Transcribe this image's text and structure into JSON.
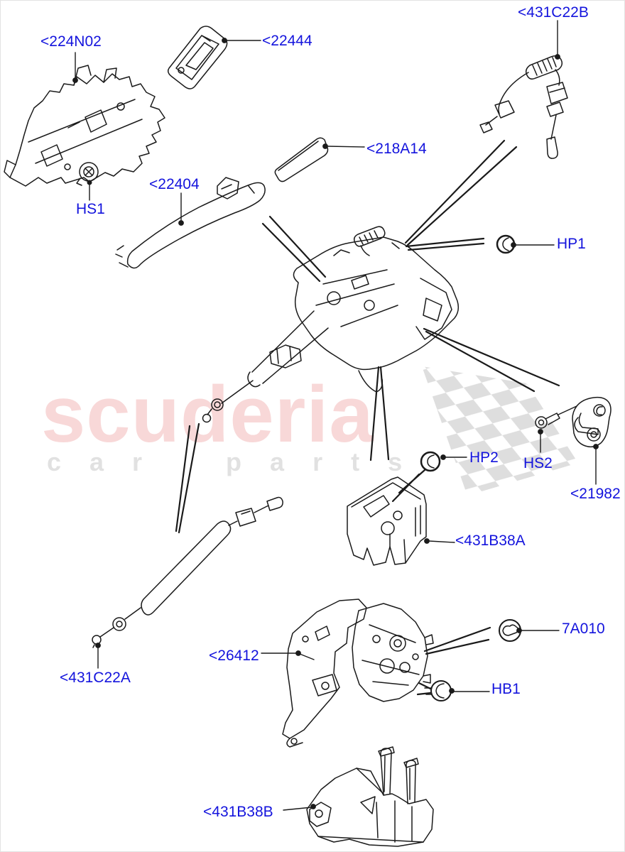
{
  "watermark": {
    "brand": "scuderia",
    "tagline": "car parts"
  },
  "colors": {
    "label_blue": "#1414dd",
    "line_black": "#1a1a1a",
    "watermark_pink": "#efa3a3",
    "watermark_gray": "#bdbdbd",
    "flag_gray": "#d6d6d6",
    "background": "#ffffff"
  },
  "labels": {
    "n224N02": {
      "text": "<224N02"
    },
    "n22444": {
      "text": "<22444"
    },
    "n431C22B": {
      "text": "<431C22B"
    },
    "n218A14": {
      "text": "<218A14"
    },
    "n22404": {
      "text": "<22404"
    },
    "hs1": {
      "text": "HS1"
    },
    "hp1": {
      "text": "HP1"
    },
    "hp2": {
      "text": "HP2"
    },
    "hs2": {
      "text": "HS2"
    },
    "n21982": {
      "text": "<21982"
    },
    "n431B38A": {
      "text": "<431B38A"
    },
    "n26412": {
      "text": "<26412"
    },
    "n7A010": {
      "text": "7A010"
    },
    "hb1": {
      "text": "HB1"
    },
    "n431C22A": {
      "text": "<431C22A"
    },
    "n431B38B": {
      "text": "<431B38B"
    }
  }
}
